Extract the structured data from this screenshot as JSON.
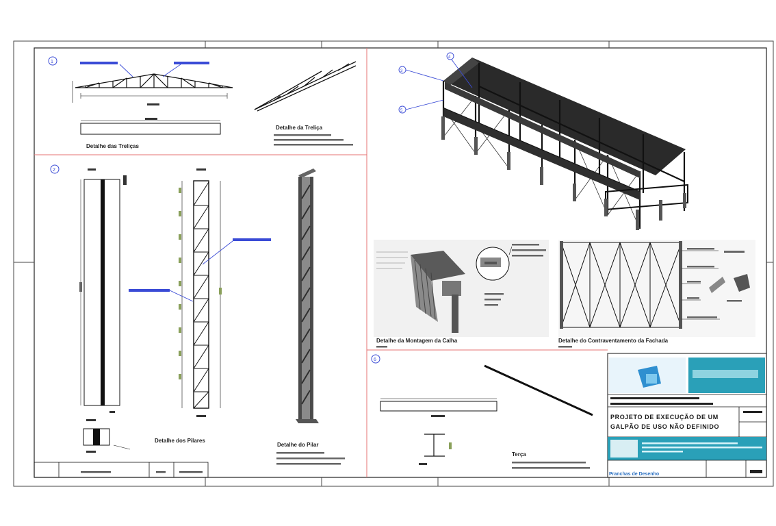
{
  "sheet": {
    "title_line_1": "PROJETO DE EXECUÇÃO DE UM",
    "title_line_2": "GALPÃO DE USO NÃO DEFINIDO",
    "footer_label": "Pranchas de Desenho"
  },
  "details": {
    "trusses_caption": "Detalhe das Treliças",
    "truss_3d_caption": "Detalhe da Treliça",
    "columns_caption": "Detalhe dos Pilares",
    "column_3d_caption": "Detalhe do Pilar",
    "roof_caption": "Detalhe da Montagem da Calha",
    "bracing_caption": "Detalhe do Contraventamento da Fachada",
    "beam_caption": "Terça"
  },
  "markers": {
    "m1": "1",
    "m2": "2",
    "m3": "3",
    "m4": "4",
    "m5": "5",
    "m6": "6"
  },
  "colors": {
    "frame": "#1a1a1a",
    "divider": "#e57373",
    "annotation": "#3a4bd6",
    "titleblock_accent": "#2aa0b8"
  }
}
